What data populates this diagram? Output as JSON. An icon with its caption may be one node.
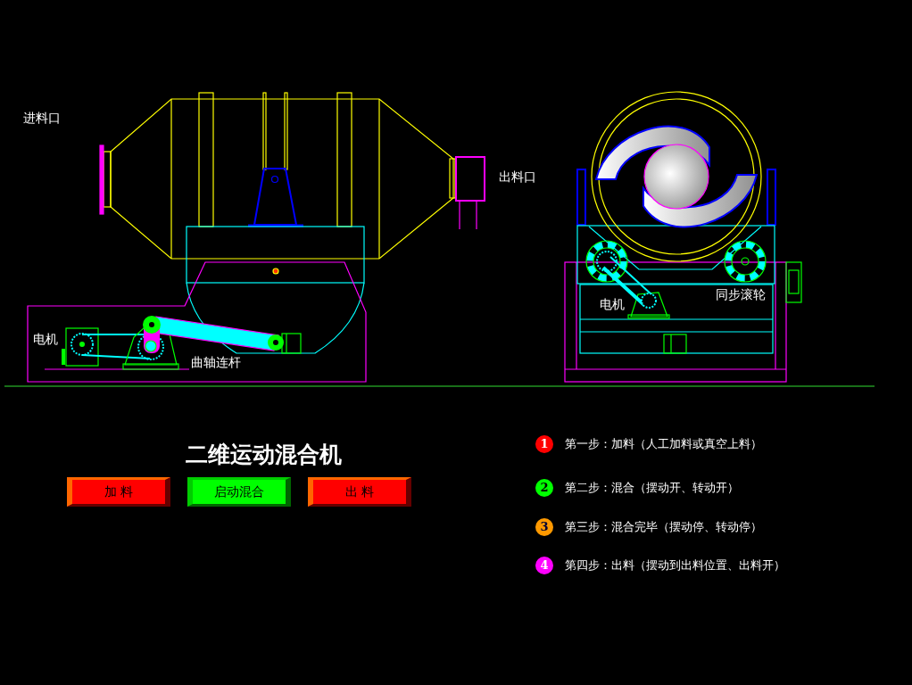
{
  "diagram": {
    "title": "二维运动混合机",
    "nodes": [
      {
        "text": [
          "加 料"
        ]
      },
      {
        "text": [
          "启动混合"
        ]
      },
      {
        "text": [
          "出 料"
        ]
      },
      {
        "text": [
          "1"
        ],
        "beside": [
          "第一步：加料（人工加料或真空上料）"
        ]
      },
      {
        "text": [
          "2"
        ],
        "beside": [
          "第二步：混合（摆动开、转动开）"
        ]
      },
      {
        "text": [
          "3"
        ],
        "beside": [
          "第三步：混合完毕（摆动停、转动停）"
        ]
      },
      {
        "text": [
          "4"
        ],
        "beside": [
          "第四步：出料（摆动到出料位置、出料开）"
        ]
      }
    ],
    "labels": [
      "进料口",
      "出料口",
      "同步滚轮",
      "电机",
      "电机",
      "曲轴连杆"
    ]
  }
}
